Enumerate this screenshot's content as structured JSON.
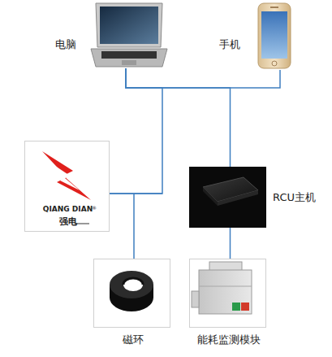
{
  "diagram": {
    "nodes": [
      {
        "text": [
          "电脑"
        ]
      },
      {
        "text": [
          "手机"
        ]
      },
      {
        "text": [
          "QIANG DIAN",
          "强电"
        ]
      },
      {
        "text": [
          "RCU主机"
        ]
      },
      {
        "text": [
          "磁环"
        ]
      },
      {
        "text": [
          "能耗监测模块"
        ]
      }
    ],
    "edges": [
      {
        "from": 0,
        "to": 1,
        "arrow": "none"
      },
      {
        "from": 0,
        "to": 2,
        "arrow": "none"
      },
      {
        "from": 0,
        "to": 3,
        "arrow": "none"
      },
      {
        "from": 2,
        "to": 4,
        "arrow": "none"
      },
      {
        "from": 3,
        "to": 5,
        "arrow": "none"
      }
    ],
    "labels": [
      "®"
    ]
  }
}
